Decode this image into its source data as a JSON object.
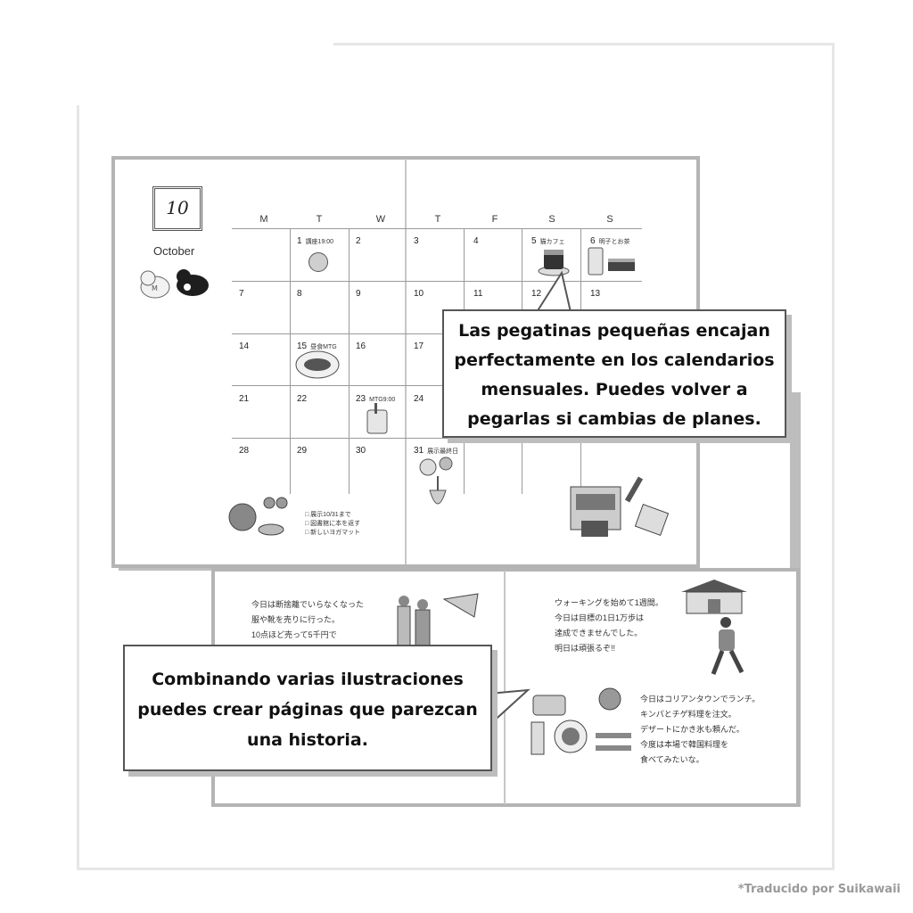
{
  "calendar": {
    "date_box": "10",
    "month": "October",
    "weekdays": [
      "M",
      "T",
      "W",
      "T",
      "F",
      "S",
      "S"
    ],
    "cells": [
      {
        "num": "1",
        "note": "講座19:00"
      },
      {
        "num": "2",
        "note": ""
      },
      {
        "num": "3",
        "note": ""
      },
      {
        "num": "4",
        "note": ""
      },
      {
        "num": "5",
        "note": "猫カフェ"
      },
      {
        "num": "6",
        "note": "明子とお茶"
      },
      {
        "num": "7",
        "note": ""
      },
      {
        "num": "8",
        "note": ""
      },
      {
        "num": "9",
        "note": ""
      },
      {
        "num": "10",
        "note": ""
      },
      {
        "num": "11",
        "note": ""
      },
      {
        "num": "12",
        "note": ""
      },
      {
        "num": "13",
        "note": ""
      },
      {
        "num": "14",
        "note": ""
      },
      {
        "num": "15",
        "note": "昼食MTG"
      },
      {
        "num": "16",
        "note": ""
      },
      {
        "num": "17",
        "note": ""
      },
      {
        "num": "21",
        "note": ""
      },
      {
        "num": "22",
        "note": ""
      },
      {
        "num": "23",
        "note": "MTG9:00"
      },
      {
        "num": "24",
        "note": ""
      },
      {
        "num": "28",
        "note": ""
      },
      {
        "num": "29",
        "note": ""
      },
      {
        "num": "30",
        "note": ""
      },
      {
        "num": "31",
        "note": "展示最終日"
      }
    ],
    "checklist": [
      "□ 展示10/31まで",
      "□ 図書館に本を返す",
      "□ 新しいヨガマット"
    ]
  },
  "diary": {
    "left_text": "今日は断捨離でいらなくなった\n服や靴を売りに行った。\n10点ほど売って5千円で",
    "right_text_top": "ウォーキングを始めて1週間。\n今日は目標の1日1万歩は\n達成できませんでした。\n明日は頑張るぞ!!",
    "right_text_bottom": "今日はコリアンタウンでランチ。\nキンパとチゲ料理を注文。\nデザートにかき氷も頼んだ。\n今度は本場で韓国料理を\n食べてみたいな。"
  },
  "bubbles": {
    "top": [
      "Las pegatinas pequeñas encajan",
      "perfectamente en los calendarios",
      "mensuales. Puedes volver a",
      "pegarlas si cambias de planes."
    ],
    "bottom": [
      "Combinando varias ilustraciones",
      "puedes crear páginas que parezcan",
      "una historia."
    ]
  },
  "credit": "*Traducido por Suikawaii",
  "icons": [
    "dog-stickers-icon",
    "cake-sticker-icon",
    "drink-sticker-icon",
    "plate-sticker-icon",
    "juice-sticker-icon",
    "flower-vase-sticker-icon",
    "teapot-sticker-icon",
    "shop-sticker-icon",
    "walking-person-icon",
    "korean-food-sticker-icon"
  ]
}
